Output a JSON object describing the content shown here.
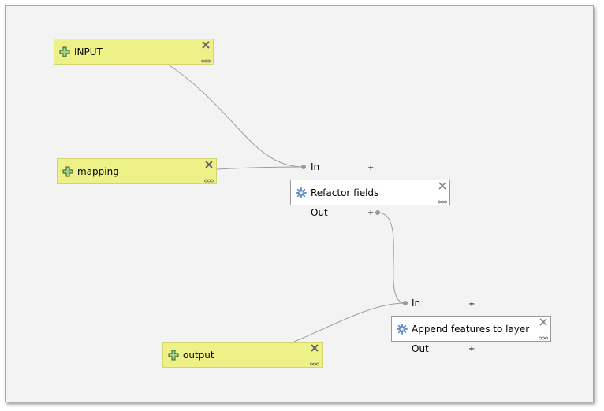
{
  "inputs": [
    {
      "label": "INPUT"
    },
    {
      "label": "mapping"
    },
    {
      "label": "output"
    }
  ],
  "algorithms": [
    {
      "label": "Refactor fields",
      "in_label": "In",
      "out_label": "Out"
    },
    {
      "label": "Append features to layer",
      "in_label": "In",
      "out_label": "Out"
    }
  ],
  "icons": {
    "input": "plus-cross-icon",
    "algorithm": "gear-icon",
    "close": "close-icon",
    "more": "more-options-icon"
  },
  "colors": {
    "input_fill": "#eef188",
    "algo_fill": "#ffffff",
    "link": "#9a9a9a",
    "canvas": "#f3f3f3"
  }
}
